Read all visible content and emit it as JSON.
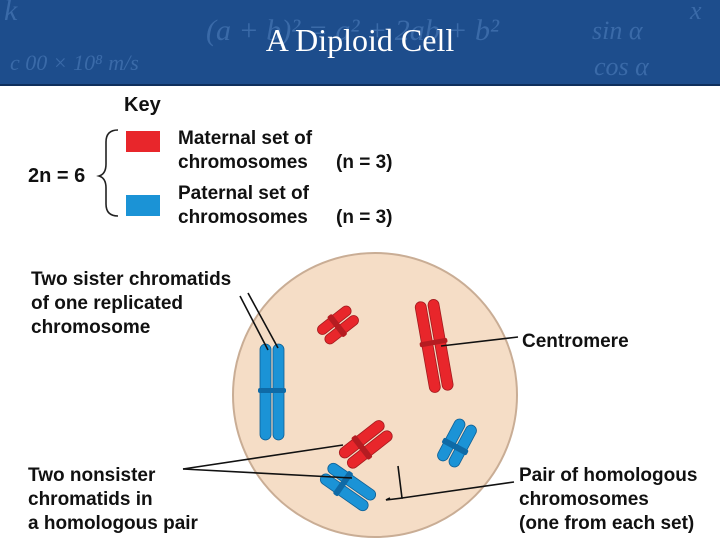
{
  "header": {
    "title": "A Diploid Cell",
    "background_formulas": [
      "k",
      "(a + b)² = a² + 2ab + b²",
      "sin α",
      "cos α",
      "c 00 ×  10⁸ m/s",
      "x"
    ]
  },
  "key": {
    "heading": "Key",
    "ploidy": "2n = 6",
    "maternal": {
      "line1": "Maternal set of",
      "line2": "chromosomes",
      "count": "(n = 3)",
      "color": "#e8262b"
    },
    "paternal": {
      "line1": "Paternal set of",
      "line2": "chromosomes",
      "count": "(n = 3)",
      "color": "#1b93d6"
    }
  },
  "cell": {
    "fill": "#f5ddc6",
    "stroke": "#c9ad95"
  },
  "labels": {
    "sister": [
      "Two sister chromatids",
      "of one replicated",
      "chromosome"
    ],
    "centromere": "Centromere",
    "nonsister": [
      "Two nonsister",
      "chromatids in",
      "a homologous  pair"
    ],
    "homologous": [
      "Pair of homologous",
      "chromosomes",
      "(one from each set)"
    ]
  }
}
